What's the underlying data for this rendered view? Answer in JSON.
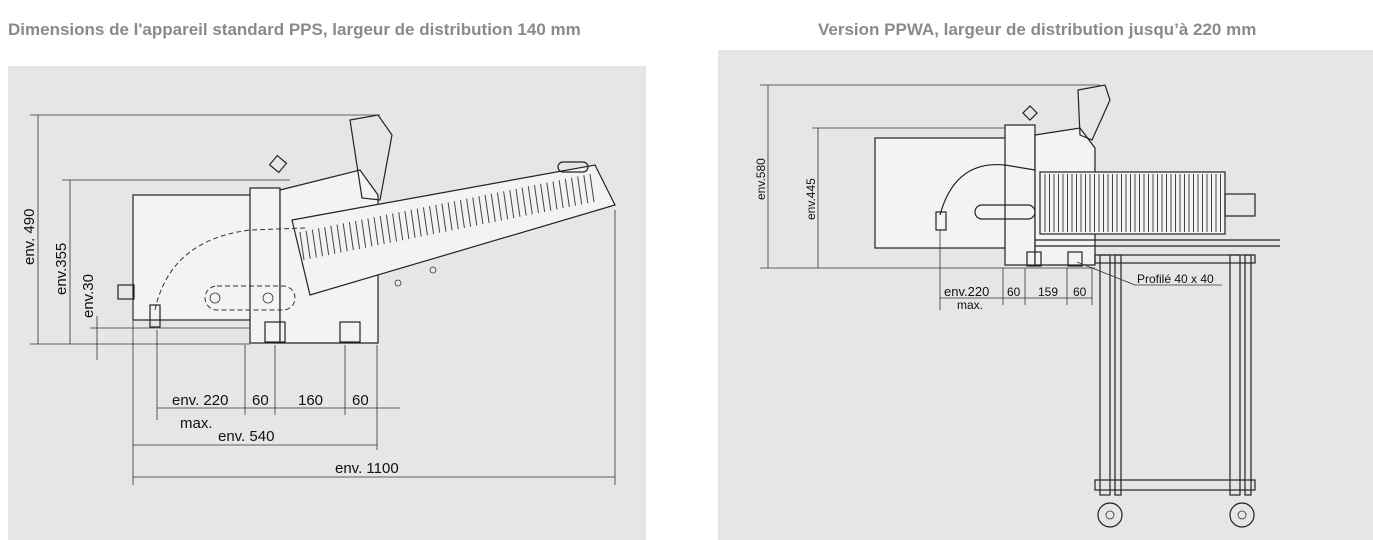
{
  "headings": {
    "left": "Dimensions de l'appareil standard PPS, largeur de distribution 140 mm",
    "right": "Version PPWA, largeur de distribution jusqu’à 220 mm"
  },
  "colors": {
    "heading_text": "#8a8a8a",
    "panel_background": "#e6e6e6",
    "drawing_lines": "#222222"
  },
  "left_diagram": {
    "dims": {
      "h490": "env. 490",
      "h355": "env.355",
      "h30": "env.30",
      "w220": "env. 220",
      "w60a": "60",
      "w160": "160",
      "w60b": "60",
      "max": "max.",
      "w540": "env. 540",
      "w1100": "env. 1100"
    }
  },
  "right_diagram": {
    "dims": {
      "h580": "env.580",
      "h445": "env.445",
      "w220": "env.220",
      "max": "max.",
      "w60a": "60",
      "w159": "159",
      "w60b": "60",
      "profile": "Profilé 40 x 40"
    }
  }
}
